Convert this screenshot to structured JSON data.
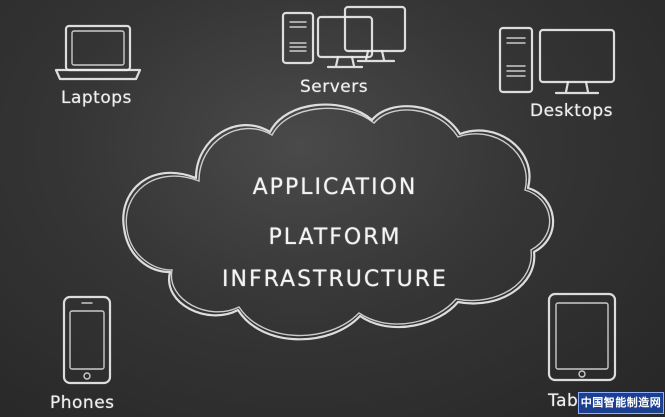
{
  "devices": {
    "laptops": "Laptops",
    "servers": "Servers",
    "desktops": "Desktops",
    "phones": "Phones",
    "tablets": "Tab"
  },
  "cloud": {
    "line1": "APPLICATION",
    "line2": "PLATFORM",
    "line3": "INFRASTRUCTURE"
  },
  "watermark": "中国智能制造网",
  "colors": {
    "chalk": "#ececec",
    "board": "#353535",
    "watermark_bg": "#1d3f8f"
  }
}
